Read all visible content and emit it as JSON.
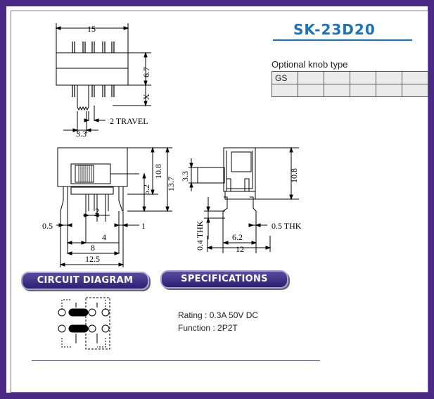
{
  "title": "SK-23D20",
  "knob": {
    "label": "Optional knob type",
    "cells": [
      "GS",
      "",
      "",
      "",
      "",
      ""
    ]
  },
  "sections": {
    "circuit": "CIRCUIT DIAGRAM",
    "specs": "SPECIFICATIONS"
  },
  "specs": {
    "rating": "Rating : 0.3A 50V DC",
    "function": "Function : 2P2T"
  },
  "dims": {
    "top_width": "15",
    "height_67": "6.7",
    "x_mark": "X",
    "travel": "2  TRAVEL",
    "d33": "3.3",
    "d108": "10.8",
    "d52": "5.2",
    "d137": "13.7",
    "d05": "0.5",
    "d2": "2",
    "d1": "1",
    "d4": "4",
    "d8": "8",
    "d125": "12.5",
    "side_33": "3.3",
    "side_108": "10.8",
    "thk04": "0.4  THK",
    "d62": "6.2",
    "thk05": "0.5  THK",
    "d12": "12"
  },
  "colors": {
    "frame": "#4a2a86",
    "title": "#1a73b6",
    "pill": "#2a2070"
  }
}
